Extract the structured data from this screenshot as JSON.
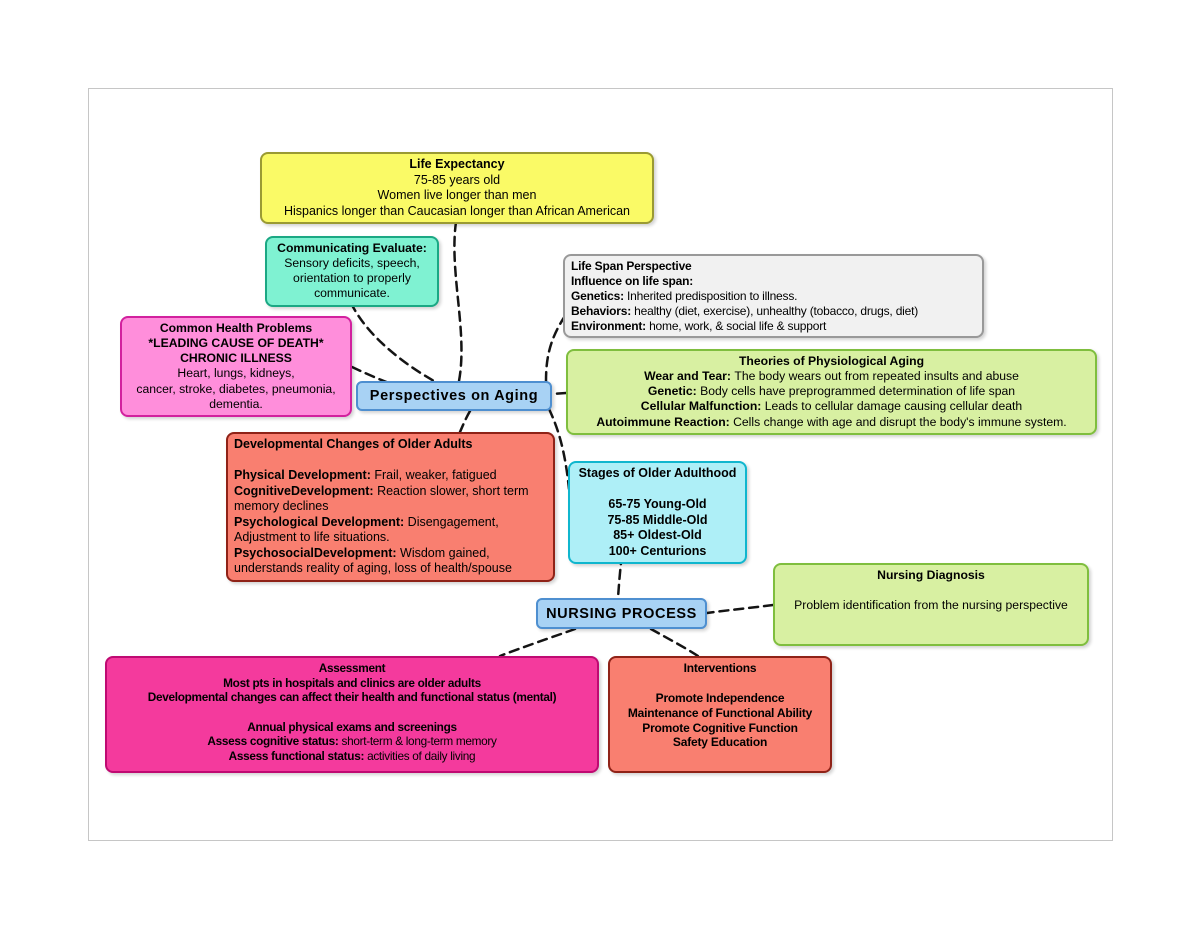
{
  "palette": {
    "yellow_bg": "#FAFA66",
    "yellow_border": "#9A9A33",
    "teal_bg": "#7FF2D2",
    "teal_border": "#1BA884",
    "pink_bg": "#FF8EDB",
    "pink_border": "#D2219E",
    "gray_bg": "#F1F1F1",
    "gray_border": "#999999",
    "green_bg": "#D8F0A2",
    "green_border": "#7FBE3E",
    "blue_bg": "#A8D2F4",
    "blue_border": "#4E8FD0",
    "salmon_bg": "#F97F70",
    "salmon_border": "#8F2217",
    "cyan_bg": "#AEEFF7",
    "cyan_border": "#10B6CE",
    "magenta_bg": "#F43A9D",
    "magenta_border": "#BF0A72",
    "connector": "#141414"
  },
  "center_nodes": {
    "perspectives": {
      "label": "Perspectives on Aging"
    },
    "nursing_process": {
      "label": "NURSING PROCESS"
    }
  },
  "nodes": {
    "life_expectancy": {
      "lines": [
        [
          {
            "t": "Life Expectancy",
            "b": true
          }
        ],
        "75-85 years old",
        "Women live longer than men",
        "Hispanics longer than Caucasian longer than African American"
      ]
    },
    "communicating": {
      "lines": [
        [
          {
            "t": "Communicating Evaluate:",
            "b": true
          }
        ],
        "Sensory deficits, speech,",
        "orientation to properly",
        "communicate."
      ]
    },
    "common_health": {
      "lines": [
        [
          {
            "t": "Common Health Problems",
            "b": true
          }
        ],
        [
          {
            "t": "*LEADING CAUSE OF DEATH*",
            "b": true
          }
        ],
        [
          {
            "t": "CHRONIC ILLNESS",
            "b": true
          }
        ],
        "Heart, lungs, kidneys,",
        "cancer, stroke, diabetes, pneumonia,",
        "dementia."
      ]
    },
    "life_span": {
      "lines": [
        [
          {
            "t": "Life Span Perspective",
            "b": true
          }
        ],
        [
          {
            "t": "Influence on life span:",
            "b": true
          }
        ],
        [
          {
            "t": " Genetics: ",
            "b": true
          },
          {
            "t": "Inherited predisposition to illness."
          }
        ],
        [
          {
            "t": " Behaviors: ",
            "b": true
          },
          {
            "t": "healthy (diet, exercise), unhealthy (tobacco, drugs, diet)"
          }
        ],
        [
          {
            "t": " Environment: ",
            "b": true
          },
          {
            "t": "home, work, & social life & support"
          }
        ]
      ]
    },
    "theories": {
      "lines": [
        [
          {
            "t": "Theories of Physiological Aging",
            "b": true
          }
        ],
        [
          {
            "t": "Wear and Tear: ",
            "b": true
          },
          {
            "t": "The body wears out from repeated insults and abuse"
          }
        ],
        [
          {
            "t": "Genetic: ",
            "b": true
          },
          {
            "t": "Body cells have preprogrammed determination of life span"
          }
        ],
        [
          {
            "t": "Cellular Malfunction: ",
            "b": true
          },
          {
            "t": "Leads to cellular damage causing cellular death"
          }
        ],
        [
          {
            "t": "Autoimmune Reaction: ",
            "b": true
          },
          {
            "t": "Cells change with age and disrupt the body's immune system."
          }
        ]
      ]
    },
    "developmental": {
      "lines": [
        [
          {
            "t": "Developmental Changes of Older Adults",
            "b": true
          }
        ],
        "",
        [
          {
            "t": "Physical Development: ",
            "b": true
          },
          {
            "t": "Frail, weaker, fatigued"
          }
        ],
        [
          {
            "t": "CognitiveDevelopment: ",
            "b": true
          },
          {
            "t": "Reaction slower, short term memory declines"
          }
        ],
        [
          {
            "t": "Psychological Development: ",
            "b": true
          },
          {
            "t": "Disengagement, Adjustment to life situations."
          }
        ],
        [
          {
            "t": "PsychosocialDevelopment: ",
            "b": true
          },
          {
            "t": "Wisdom gained, understands reality of aging, loss of health/spouse"
          }
        ]
      ]
    },
    "stages": {
      "lines": [
        [
          {
            "t": "Stages of Older Adulthood",
            "b": true
          }
        ],
        "",
        [
          {
            "t": "65-75 Young-Old",
            "b": true
          }
        ],
        [
          {
            "t": "75-85 Middle-Old",
            "b": true
          }
        ],
        [
          {
            "t": "85+ Oldest-Old",
            "b": true
          }
        ],
        [
          {
            "t": "100+ Centurions",
            "b": true
          }
        ]
      ]
    },
    "nursing_diagnosis": {
      "lines": [
        [
          {
            "t": "Nursing Diagnosis",
            "b": true
          }
        ],
        "",
        "Problem identification from the nursing perspective"
      ]
    },
    "assessment": {
      "lines": [
        [
          {
            "t": "Assessment",
            "b": true
          }
        ],
        [
          {
            "t": "Most pts in hospitals and clinics are older adults",
            "b": true
          }
        ],
        [
          {
            "t": "Developmental changes can affect their health and functional status (mental)",
            "b": true
          }
        ],
        "",
        [
          {
            "t": "Annual physical exams and screenings",
            "b": true
          }
        ],
        [
          {
            "t": "Assess cognitive status: ",
            "b": true
          },
          {
            "t": "short-term & long-term memory"
          }
        ],
        [
          {
            "t": "Assess functional status: ",
            "b": true
          },
          {
            "t": "activities of daily living"
          }
        ]
      ]
    },
    "interventions": {
      "lines": [
        [
          {
            "t": "Interventions",
            "b": true
          }
        ],
        "",
        [
          {
            "t": "Promote Independence",
            "b": true
          }
        ],
        [
          {
            "t": "Maintenance of Functional Ability",
            "b": true
          }
        ],
        [
          {
            "t": "Promote Cognitive Function",
            "b": true
          }
        ],
        [
          {
            "t": "Safety Education",
            "b": true
          }
        ]
      ]
    },
    "connections": [
      {
        "from": "life-expectancy",
        "to": "perspectives-on-aging"
      },
      {
        "from": "communicating-evaluate",
        "to": "perspectives-on-aging"
      },
      {
        "from": "common-health-problems",
        "to": "perspectives-on-aging"
      },
      {
        "from": "life-span-perspective",
        "to": "perspectives-on-aging"
      },
      {
        "from": "theories-of-physiological-aging",
        "to": "perspectives-on-aging"
      },
      {
        "from": "developmental-changes",
        "to": "perspectives-on-aging"
      },
      {
        "from": "stages-of-older-adulthood",
        "to": "perspectives-on-aging"
      },
      {
        "from": "stages-of-older-adulthood",
        "to": "nursing-process"
      },
      {
        "from": "nursing-diagnosis",
        "to": "nursing-process"
      },
      {
        "from": "assessment",
        "to": "nursing-process"
      },
      {
        "from": "interventions",
        "to": "nursing-process"
      }
    ]
  }
}
